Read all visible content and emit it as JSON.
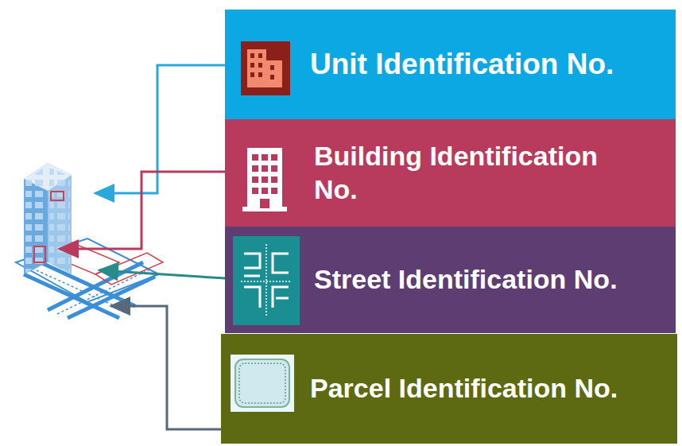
{
  "diagram": {
    "nodes": [
      {
        "text": [
          "Unit Identification No."
        ]
      },
      {
        "text": [
          "Building Identification No."
        ]
      },
      {
        "text": [
          "Street Identification No."
        ]
      },
      {
        "text": [
          "Parcel Identification No."
        ]
      }
    ]
  }
}
